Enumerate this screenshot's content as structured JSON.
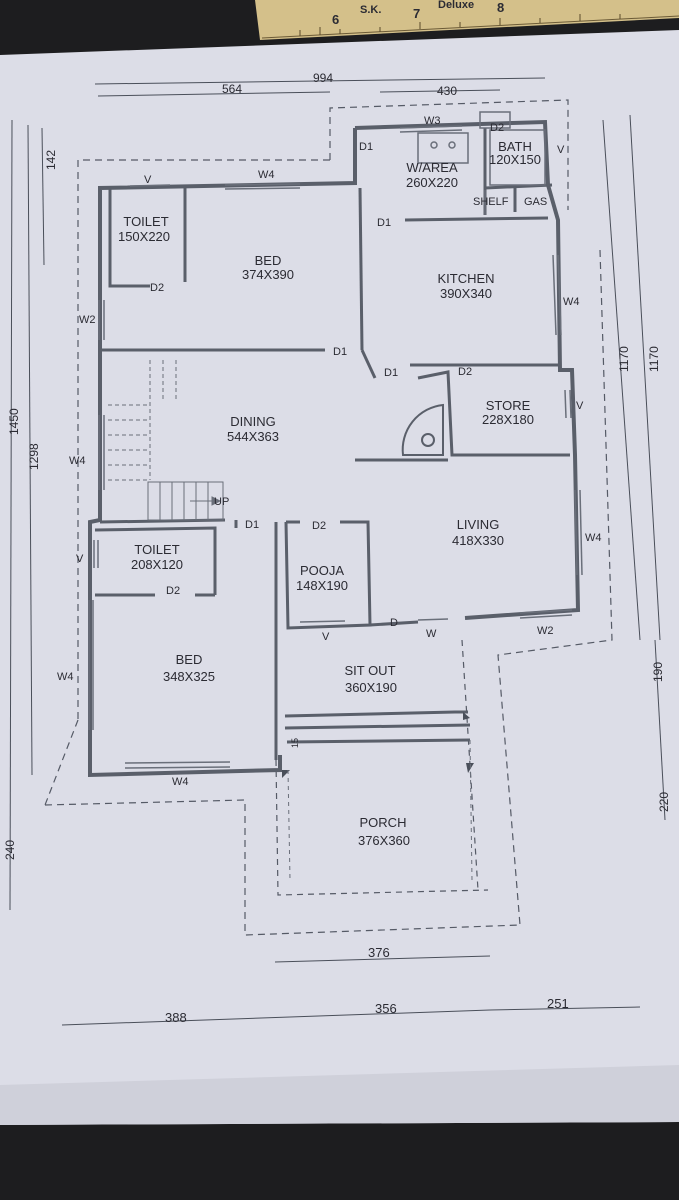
{
  "ruler": {
    "brand": "S.K.",
    "model": "Deluxe",
    "ticks": [
      "6",
      "7",
      "8"
    ]
  },
  "rooms": {
    "toilet1": {
      "name": "TOILET",
      "size": "150X220"
    },
    "bed1": {
      "name": "BED",
      "size": "374X390"
    },
    "warea": {
      "name": "W/AREA",
      "size": "260X220"
    },
    "bath": {
      "name": "BATH",
      "size": "120X150"
    },
    "kitchen": {
      "name": "KITCHEN",
      "size": "390X340"
    },
    "dining": {
      "name": "DINING",
      "size": "544X363"
    },
    "store": {
      "name": "STORE",
      "size": "228X180"
    },
    "toilet2": {
      "name": "TOILET",
      "size": "208X120"
    },
    "pooja": {
      "name": "POOJA",
      "size": "148X190"
    },
    "living": {
      "name": "LIVING",
      "size": "418X330"
    },
    "bed2": {
      "name": "BED",
      "size": "348X325"
    },
    "sitout": {
      "name": "SIT OUT",
      "size": "360X190"
    },
    "porch": {
      "name": "PORCH",
      "size": "376X360"
    }
  },
  "fixtures": {
    "shelf": "SHELF",
    "gas": "GAS",
    "stairs_up": "UP"
  },
  "openings": {
    "w3": "W3",
    "d2_bath": "D2",
    "d1_top": "D1",
    "v_bath": "V",
    "w4_bed": "W4",
    "v_toilet1": "V",
    "d1_kitchen": "D1",
    "d2_toilet1": "D2",
    "w2_left": "W2",
    "w4_kitchen": "W4",
    "d1_bed1": "D1",
    "d1_store": "D1",
    "d2_store": "D2",
    "v_store": "V",
    "w4_dining": "W4",
    "d1_toilet2": "D1",
    "d2_pooja": "D2",
    "w4_living": "W4",
    "v_toilet2": "V",
    "d2_toilet2": "D2",
    "v_pooja": "V",
    "d_main": "D",
    "w_main": "W",
    "w2_living": "W2",
    "w4_bed2_left": "W4",
    "w4_bed2_bottom": "W4",
    "step": "15"
  },
  "dimensions": {
    "top_total": "994",
    "top_left": "564",
    "top_right": "430",
    "left_outer": "1450",
    "left_inner": "1298",
    "left_top": "142",
    "left_bottom": "240",
    "right_a": "1170",
    "right_b": "1170",
    "right_c": "190",
    "right_d": "220",
    "porch_width": "376",
    "bottom_a": "388",
    "bottom_b": "356",
    "bottom_c": "251"
  }
}
